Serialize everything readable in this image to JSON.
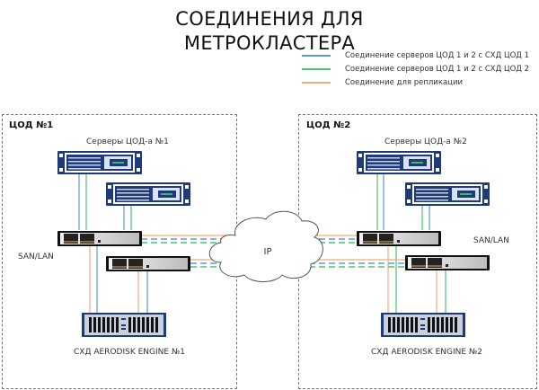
{
  "title_line1": "СОЕДИНЕНИЯ ДЛЯ",
  "title_line2": "МЕТРОКЛАСТЕРА",
  "legend": [
    {
      "label": "Соединение серверов ЦОД 1 и 2 с СХД ЦОД 1",
      "color": "#5b9bd5"
    },
    {
      "label": "Соединение серверов ЦОД 1 и 2 с СХД ЦОД 2",
      "color": "#4ec27a"
    },
    {
      "label": "Соединение для репликации",
      "color": "#f4a97a"
    }
  ],
  "dc1": {
    "title": "ЦОД №1",
    "servers_label": "Серверы ЦОД-а №1",
    "network_label": "SAN/LAN",
    "storage_label": "СХД AERODISK ENGINE №1"
  },
  "dc2": {
    "title": "ЦОД №2",
    "servers_label": "Серверы ЦОД-а №2",
    "network_label": "SAN/LAN",
    "storage_label": "СХД AERODISK ENGINE №2"
  },
  "cloud_label": "IP",
  "colors": {
    "device_navy": "#1f3a78",
    "link_blue": "#5b9bd5",
    "link_green": "#4ec27a",
    "link_orange": "#f4a97a"
  }
}
